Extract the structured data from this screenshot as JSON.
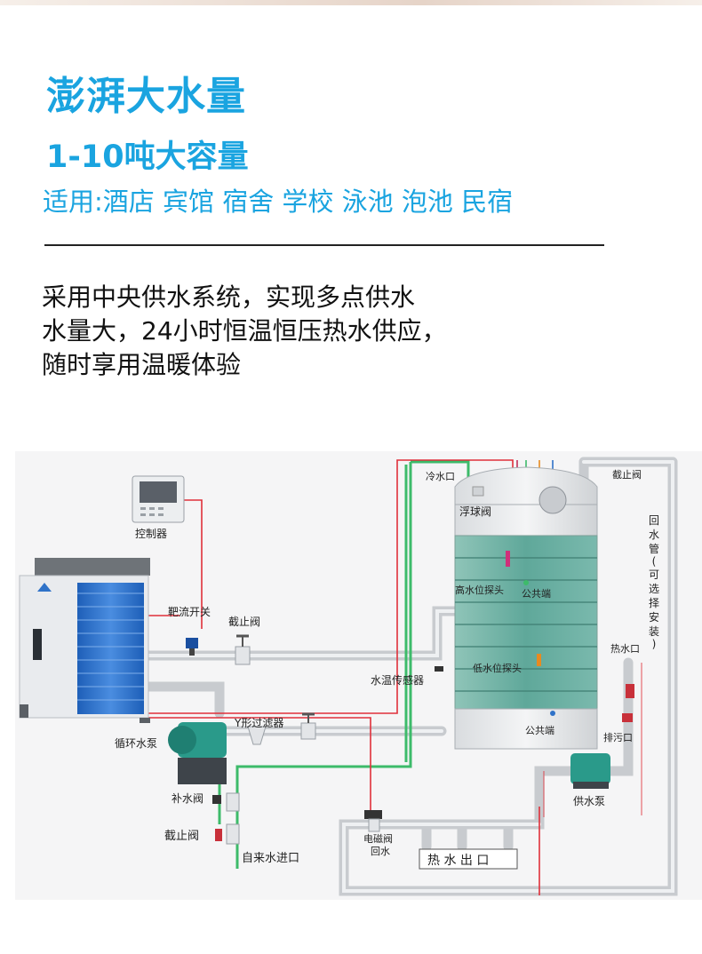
{
  "header": {
    "title": "澎湃大水量",
    "subtitle": "1-10吨大容量",
    "usage": "适用:酒店  宾馆  宿舍  学校  泳池 泡池  民宿"
  },
  "description": {
    "lines": [
      "采用中央供水系统，实现多点供水",
      "水量大，24小时恒温恒压热水供应，",
      "随时享用温暖体验"
    ]
  },
  "diagram": {
    "labels": {
      "controller": "控制器",
      "flow_switch": "靶流开关",
      "stop_valve_1": "截止阀",
      "circulation_pump": "循环水泵",
      "y_filter": "Y形过滤器",
      "makeup_valve": "补水阀",
      "stop_valve_2": "截止阀",
      "tap_water_inlet": "自来水进口",
      "cold_water_inlet": "冷水口",
      "float_valve": "浮球阀",
      "high_level_probe": "高水位探头",
      "common_1": "公共端",
      "low_level_probe": "低水位探头",
      "common_2": "公共端",
      "temp_sensor": "水温传感器",
      "stop_valve_3": "截止阀",
      "return_pipe": [
        "回",
        "水",
        "管",
        "(",
        "可",
        "选",
        "择",
        "安",
        "装",
        ")"
      ],
      "hot_water_outlet": "热水口",
      "drain_outlet": "排污口",
      "supply_pump": "供水泵",
      "solenoid_valve": "电磁阀",
      "return_water": "回水",
      "hot_water_out": "热 水 出 口"
    },
    "colors": {
      "pipe_gray": "#d4d6d9",
      "pipe_green": "#3dbb6a",
      "wire_red": "#e0303a",
      "tank_green": "#5fa89a",
      "unit_blue": "#2f72c8"
    }
  }
}
